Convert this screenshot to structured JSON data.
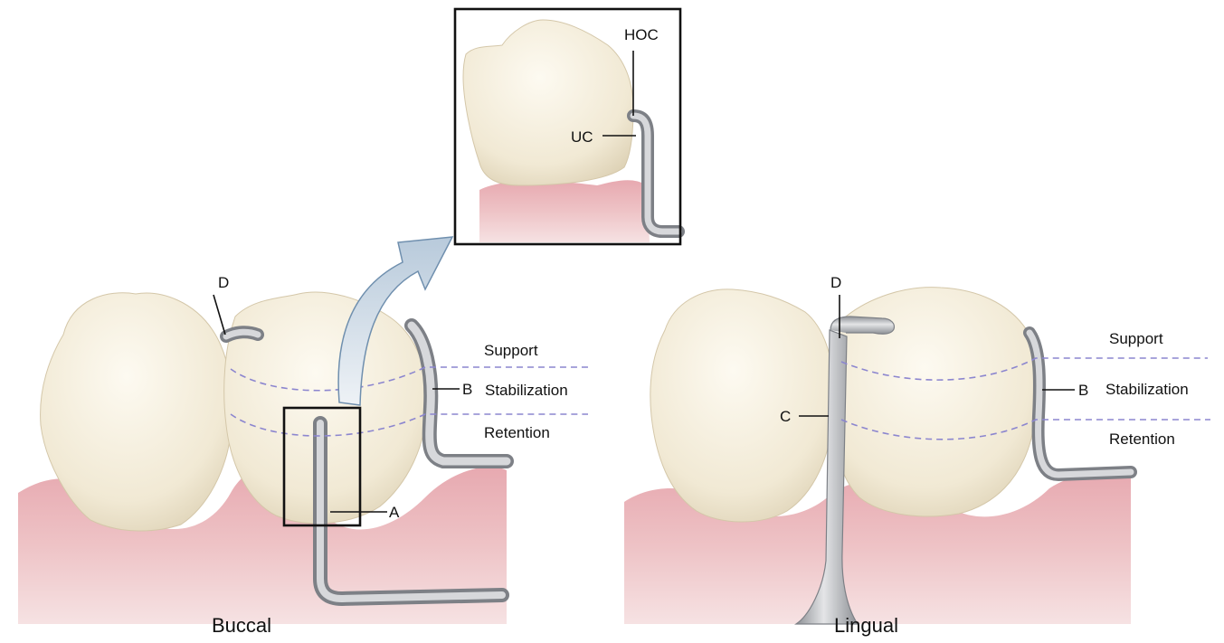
{
  "labels": {
    "buccal": "Buccal",
    "lingual": "Lingual",
    "inset_hoc": "HOC",
    "inset_uc": "UC",
    "buccal_d": "D",
    "buccal_a": "A",
    "buccal_b": "B",
    "buccal_support": "Support",
    "buccal_stabilization": "Stabilization",
    "buccal_retention": "Retention",
    "lingual_d": "D",
    "lingual_c": "C",
    "lingual_b": "B",
    "lingual_support": "Support",
    "lingual_stabilization": "Stabilization",
    "lingual_retention": "Retention"
  },
  "colors": {
    "tooth": "#f3ecd9",
    "tooth_shadow": "#d9ceb4",
    "gum": "#e7b9bd",
    "gum_dark": "#c98a91",
    "metal": "#b9bbbf",
    "metal_dark": "#7d8086",
    "zone_line": "#8c86cf",
    "arrow": "#c7d6e4"
  }
}
